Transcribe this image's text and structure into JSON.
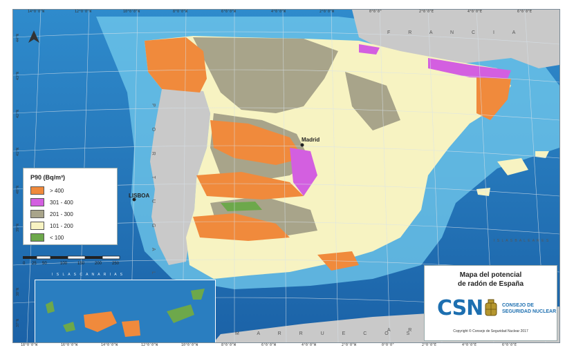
{
  "legend": {
    "title": "P90 (Bq/m³)",
    "items": [
      {
        "label": "> 400",
        "color": "#f08a3c"
      },
      {
        "label": "301 - 400",
        "color": "#d35fe0"
      },
      {
        "label": "201 - 300",
        "color": "#a8a48a"
      },
      {
        "label": "101 - 200",
        "color": "#f7f3c2"
      },
      {
        "label": "< 100",
        "color": "#6da84b"
      }
    ]
  },
  "title_box": {
    "line1": "Mapa del potencial",
    "line2": "de radón de España",
    "logo": "CSN",
    "org_line1": "CONSEJO DE",
    "org_line2": "SEGURIDAD NUCLEAR",
    "copyright": "Copyright © Consejo de Seguridad Nuclear 2017"
  },
  "cities": {
    "madrid": "Madrid",
    "lisboa": "LISBOA"
  },
  "countries": {
    "francia": "F R A N C I A",
    "marruecos": "M A R R U E C O S",
    "argelia": "A R G",
    "portugal": "P O R T U G A L",
    "islas_canarias": "I S L A S   C A N A R I A S",
    "baleares": "I S L A S   B A L E A R E S"
  },
  "scale": {
    "labels": [
      "0",
      "25",
      "50",
      "100",
      "150",
      "200",
      "250"
    ]
  },
  "coords": {
    "top": [
      "14°0'0\"W",
      "12°0'0\"W",
      "10°0'0\"W",
      "8°0'0\"W",
      "6°0'0\"W",
      "4°0'0\"W",
      "2°0'0\"W",
      "0°0'0\"",
      "2°0'0\"E",
      "4°0'0\"E",
      "6°0'0\"E"
    ],
    "left": [
      "44°N",
      "43°N",
      "42°N",
      "41°N",
      "40°N",
      "39°N",
      "38°N",
      "37°N"
    ],
    "bottom": [
      "18°0'0\"W",
      "16°0'0\"W",
      "14°0'0\"W",
      "12°0'0\"W",
      "10°0'0\"W",
      "8°0'0\"W",
      "6°0'0\"W",
      "4°0'0\"W",
      "2°0'0\"W",
      "0°0'0\"",
      "2°0'0\"E",
      "4°0'0\"E",
      "6°0'0\"E"
    ]
  },
  "colors": {
    "sea_deep": "#1f73b7",
    "sea_shallow": "#6ec5ea",
    "neighbor_land": "#c9c9c9",
    "spain_base": "#f7f3c2"
  }
}
